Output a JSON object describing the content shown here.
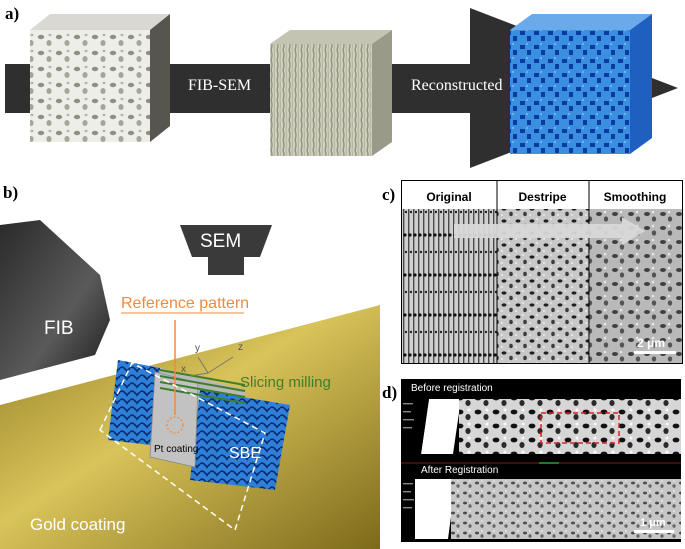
{
  "panel_a": {
    "label": "a)",
    "step1": "FIB-SEM",
    "step2": "Reconstructed"
  },
  "panel_b": {
    "label": "b)",
    "fib": "FIB",
    "sem": "SEM",
    "reference": "Reference pattern",
    "slicing": "Slicing milling",
    "pt": "Pt coating",
    "sbe": "SBE",
    "gold": "Gold coating",
    "axis_x": "x",
    "axis_y": "y",
    "axis_z": "z"
  },
  "panel_c": {
    "label": "c)",
    "headers": [
      "Original",
      "Destripe",
      "Smoothing"
    ],
    "scale": "2 μm"
  },
  "panel_d": {
    "label": "d)",
    "before": "Before registration",
    "after": "After Registration",
    "scale": "1 μm"
  },
  "colors": {
    "arrow": "#2f2f2f",
    "gold": "#c9b24a",
    "reference": "#f08a3c",
    "slicing": "#3f7f2a",
    "blue_phase": "#3a8fe0",
    "dark_blue": "#0b3aa0"
  }
}
